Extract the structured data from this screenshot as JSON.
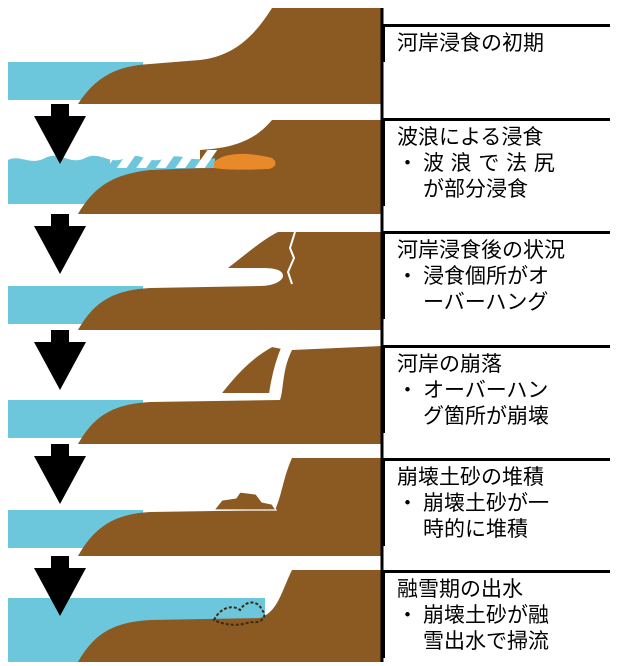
{
  "colors": {
    "water": "#6cc7dc",
    "soil": "#8b5a22",
    "wave_orange": "#e88a2a",
    "arrow": "#000000"
  },
  "stages": [
    {
      "title": "河岸浸食の初期",
      "lines": []
    },
    {
      "title": "波浪による浸食",
      "lines": [
        "波 浪 で 法 尻",
        "が部分浸食"
      ]
    },
    {
      "title": "河岸浸食後の状況",
      "lines": [
        "浸食個所がオ",
        "ーバーハング"
      ]
    },
    {
      "title": "河岸の崩落",
      "lines": [
        "オーバーハン",
        "グ箇所が崩壊"
      ]
    },
    {
      "title": "崩壊土砂の堆積",
      "lines": [
        "崩壊土砂が一",
        "時的に堆積"
      ]
    },
    {
      "title": "融雪期の出水",
      "lines": [
        "崩壊土砂が融",
        "雪出水で掃流"
      ]
    }
  ],
  "bullet": "・"
}
